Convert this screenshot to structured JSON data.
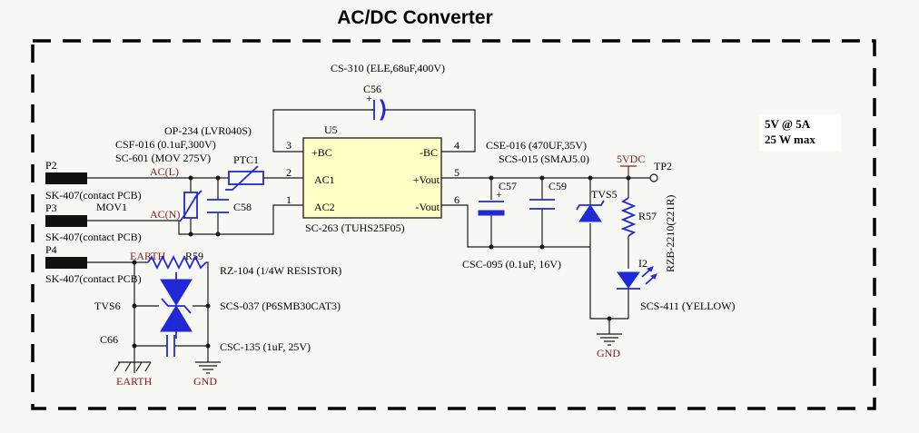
{
  "title": "AC/DC Converter",
  "spec": {
    "line1": "5V @ 5A",
    "line2": "25 W max"
  },
  "colors": {
    "wire": "#1a1a1a",
    "component": "#1f2ad6",
    "net_label": "#8b1a1a",
    "module_fill": "#ffffc6"
  },
  "module": {
    "ref": "U5",
    "part": "SC-263 (TUHS25F05)",
    "pins": {
      "p1": "1",
      "p2": "2",
      "p3": "3",
      "p4": "4",
      "p5": "5",
      "p6": "6"
    },
    "pin_names": {
      "pbc": "+BC",
      "mbc": "-BC",
      "ac1": "AC1",
      "ac2": "AC2",
      "vout_p": "+Vout",
      "vout_n": "-Vout"
    }
  },
  "connectors": [
    {
      "ref": "P2",
      "desc": "SK-407(contact PCB)"
    },
    {
      "ref": "P3",
      "desc": "SK-407(contact PCB)"
    },
    {
      "ref": "P4",
      "desc": "SK-407(contact PCB)"
    }
  ],
  "nets": {
    "acl": "AC(L)",
    "acn": "AC(N)",
    "earth_top": "EARTH",
    "earth_bottom": "EARTH",
    "gnd_left": "GND",
    "gnd_right": "GND",
    "vdc": "5VDC",
    "tp": "TP2"
  },
  "parts": {
    "c56_desc": "CS-310 (ELE,68uF,400V)",
    "c56": "C56",
    "op234": "OP-234 (LVR040S)",
    "csf016": "CSF-016 (0.1uF,300V)",
    "sc601": "SC-601 (MOV 275V)",
    "ptc1": "PTC1",
    "mov1": "MOV1",
    "c58": "C58",
    "cse016": "CSE-016 (470UF,35V)",
    "scs015": "SCS-015 (SMAJ5.0)",
    "c57": "C57",
    "c59": "C59",
    "tvs5": "TVS5",
    "r57": "R57",
    "r57_desc": "RZB-2210(221R)",
    "i2": "I2",
    "scs411": "SCS-411 (YELLOW)",
    "csc095": "CSC-095 (0.1uF, 16V)",
    "r59": "R59",
    "rz104": "RZ-104 (1/4W RESISTOR)",
    "tvs6": "TVS6",
    "scs037": "SCS-037 (P6SMB30CAT3)",
    "c66": "C66",
    "csc135": "CSC-135 (1uF, 25V)",
    "plus_sign": "+"
  }
}
